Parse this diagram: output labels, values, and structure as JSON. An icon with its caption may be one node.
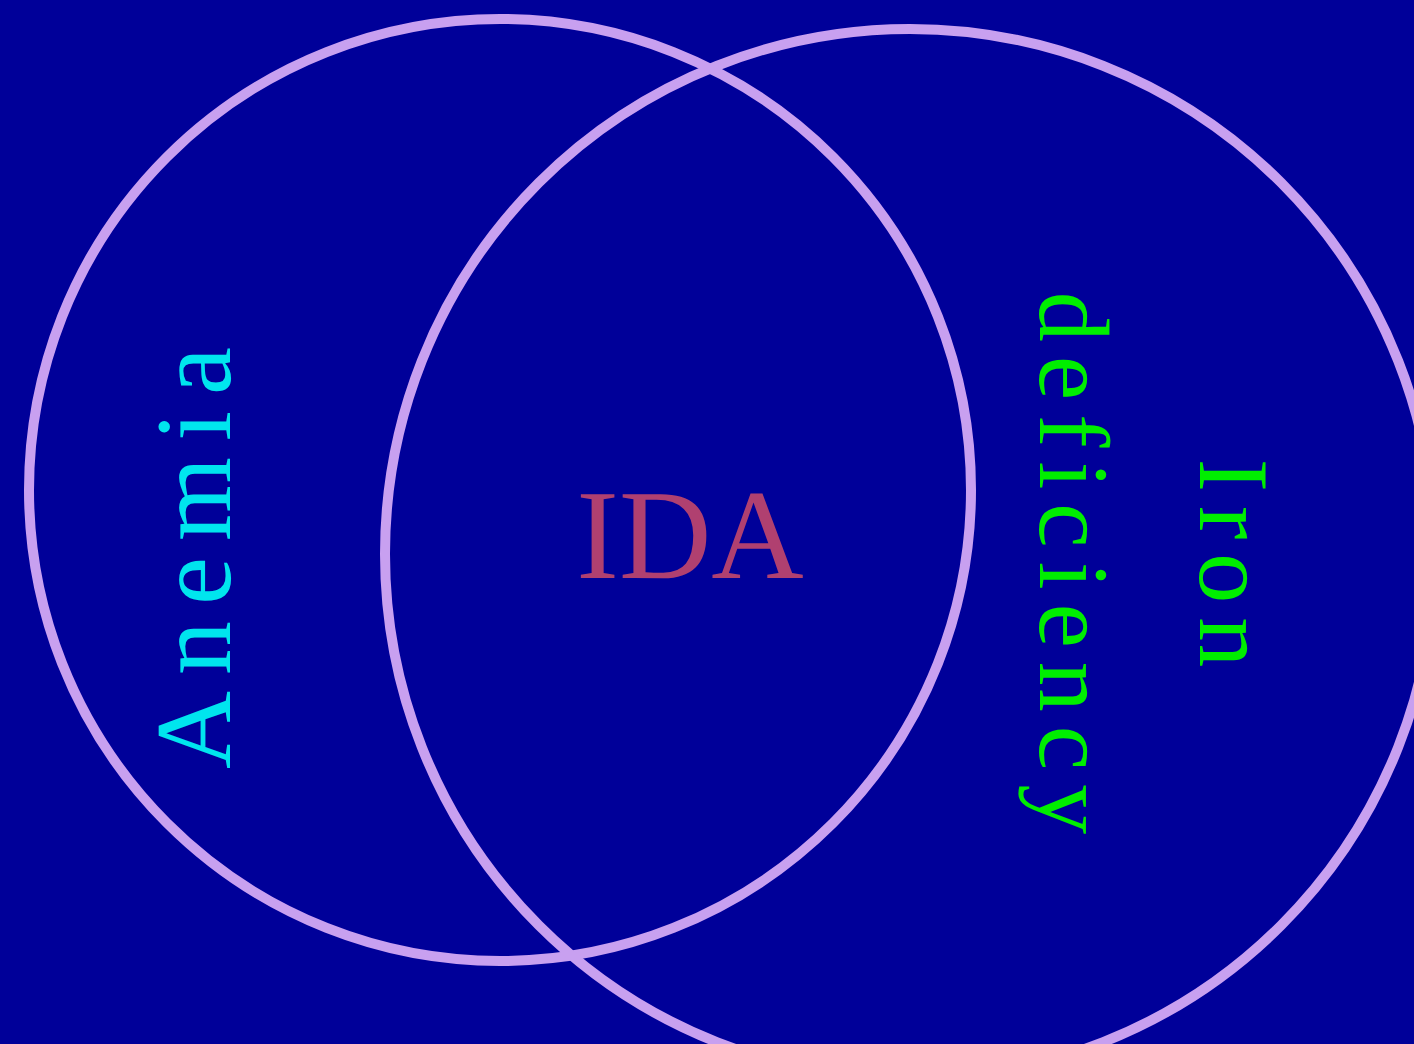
{
  "diagram": {
    "nodes": [
      {
        "text": [
          "Anemia"
        ]
      },
      {
        "text": [
          "Iron deficiency"
        ]
      }
    ],
    "labels": [
      "IDA"
    ]
  }
}
